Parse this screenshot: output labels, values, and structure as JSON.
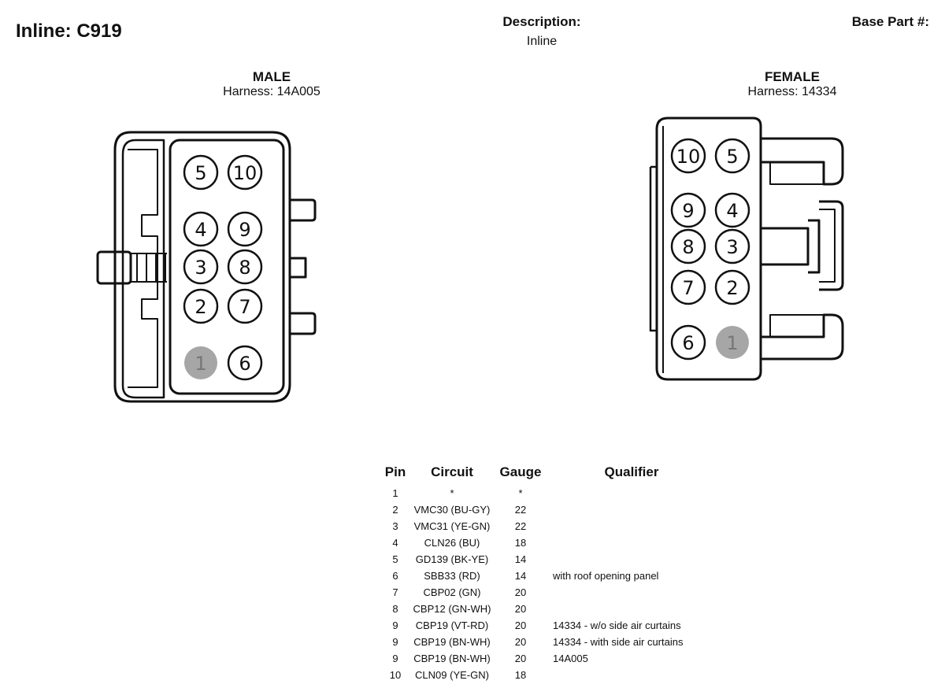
{
  "header": {
    "title": "Inline: C919",
    "description_label": "Description:",
    "description_value": "Inline",
    "base_part_label": "Base Part #:"
  },
  "connectors": {
    "male": {
      "title": "MALE",
      "harness": "Harness: 14A005",
      "pins": [
        {
          "label": "5",
          "highlighted": false
        },
        {
          "label": "10",
          "highlighted": false
        },
        {
          "label": "4",
          "highlighted": false
        },
        {
          "label": "9",
          "highlighted": false
        },
        {
          "label": "3",
          "highlighted": false
        },
        {
          "label": "8",
          "highlighted": false
        },
        {
          "label": "2",
          "highlighted": false
        },
        {
          "label": "7",
          "highlighted": false
        },
        {
          "label": "1",
          "highlighted": true
        },
        {
          "label": "6",
          "highlighted": false
        }
      ]
    },
    "female": {
      "title": "FEMALE",
      "harness": "Harness: 14334",
      "pins": [
        {
          "label": "10",
          "highlighted": false
        },
        {
          "label": "5",
          "highlighted": false
        },
        {
          "label": "9",
          "highlighted": false
        },
        {
          "label": "4",
          "highlighted": false
        },
        {
          "label": "8",
          "highlighted": false
        },
        {
          "label": "3",
          "highlighted": false
        },
        {
          "label": "7",
          "highlighted": false
        },
        {
          "label": "2",
          "highlighted": false
        },
        {
          "label": "6",
          "highlighted": false
        },
        {
          "label": "1",
          "highlighted": true
        }
      ]
    },
    "highlight_color": "#a6a6a6",
    "line_color": "#111111"
  },
  "table": {
    "headers": {
      "pin": "Pin",
      "circuit": "Circuit",
      "gauge": "Gauge",
      "qualifier": "Qualifier"
    },
    "rows": [
      {
        "pin": "1",
        "circuit": "*",
        "gauge": "*",
        "qualifier": ""
      },
      {
        "pin": "2",
        "circuit": "VMC30 (BU-GY)",
        "gauge": "22",
        "qualifier": ""
      },
      {
        "pin": "3",
        "circuit": "VMC31 (YE-GN)",
        "gauge": "22",
        "qualifier": ""
      },
      {
        "pin": "4",
        "circuit": "CLN26 (BU)",
        "gauge": "18",
        "qualifier": ""
      },
      {
        "pin": "5",
        "circuit": "GD139 (BK-YE)",
        "gauge": "14",
        "qualifier": ""
      },
      {
        "pin": "6",
        "circuit": "SBB33 (RD)",
        "gauge": "14",
        "qualifier": "with roof opening panel"
      },
      {
        "pin": "7",
        "circuit": "CBP02 (GN)",
        "gauge": "20",
        "qualifier": ""
      },
      {
        "pin": "8",
        "circuit": "CBP12 (GN-WH)",
        "gauge": "20",
        "qualifier": ""
      },
      {
        "pin": "9",
        "circuit": "CBP19 (VT-RD)",
        "gauge": "20",
        "qualifier": "14334 - w/o side air curtains"
      },
      {
        "pin": "9",
        "circuit": "CBP19 (BN-WH)",
        "gauge": "20",
        "qualifier": "14334 - with side air curtains"
      },
      {
        "pin": "9",
        "circuit": "CBP19 (BN-WH)",
        "gauge": "20",
        "qualifier": "14A005"
      },
      {
        "pin": "10",
        "circuit": "CLN09 (YE-GN)",
        "gauge": "18",
        "qualifier": ""
      }
    ]
  }
}
